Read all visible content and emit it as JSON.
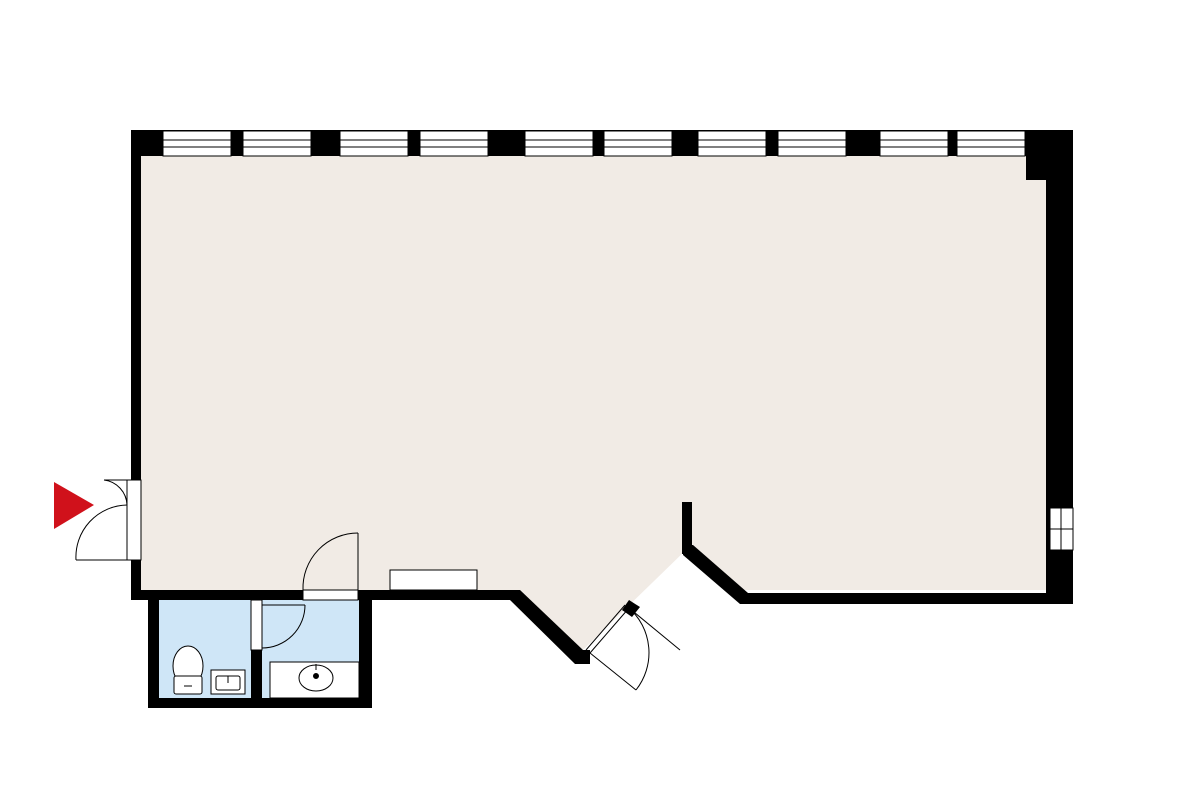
{
  "floorplan": {
    "colors": {
      "background": "#ffffff",
      "main_floor": "#f1ebe5",
      "wet_room_floor": "#cfe6f7",
      "wall": "#000000",
      "window_glass": "#ffffff",
      "entrance_marker": "#d0111b",
      "fixture_line": "#000000"
    },
    "rooms": [
      {
        "name": "main-room",
        "floor": "main_floor"
      },
      {
        "name": "toilet",
        "floor": "wet_room_floor"
      },
      {
        "name": "washroom",
        "floor": "wet_room_floor"
      }
    ],
    "windows": {
      "top_wall_count": 10,
      "right_wall_count": 1
    },
    "doors": [
      "entrance-double-door",
      "washroom-door",
      "toilet-door",
      "angled-exterior-door"
    ],
    "fixtures": [
      "toilet",
      "small-sink",
      "wash-basin",
      "counter"
    ],
    "icons": {
      "entrance": "entrance-arrow-icon"
    }
  }
}
